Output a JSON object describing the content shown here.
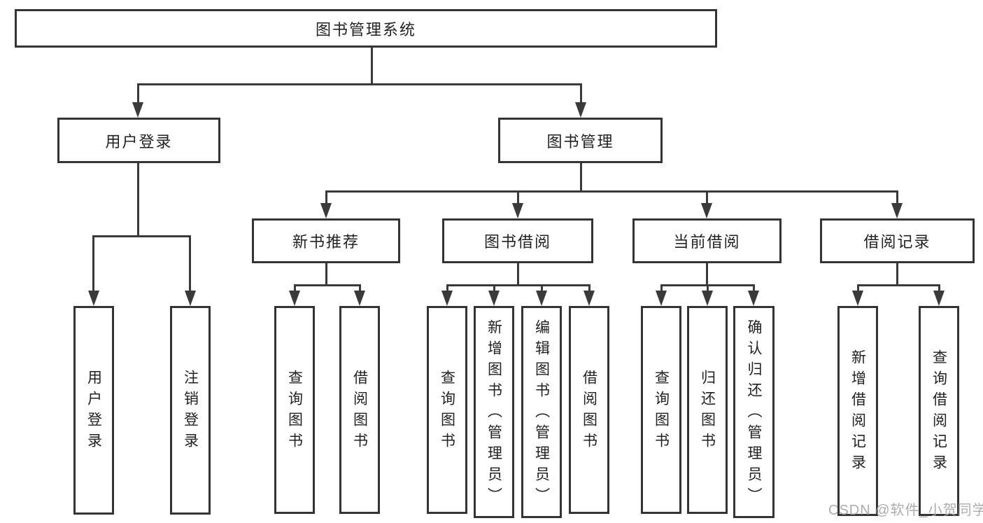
{
  "diagram": {
    "root": {
      "label": "图书管理系统"
    },
    "level2": [
      {
        "label": "用户登录"
      },
      {
        "label": "图书管理"
      }
    ],
    "level3": [
      {
        "label": "新书推荐"
      },
      {
        "label": "图书借阅"
      },
      {
        "label": "当前借阅"
      },
      {
        "label": "借阅记录"
      }
    ],
    "leaves": [
      {
        "label": "用户登录"
      },
      {
        "label": "注销登录"
      },
      {
        "label": "查询图书"
      },
      {
        "label": "借阅图书"
      },
      {
        "label": "查询图书"
      },
      {
        "label": "新增图书（管理员）"
      },
      {
        "label": "编辑图书（管理员）"
      },
      {
        "label": "借阅图书"
      },
      {
        "label": "查询图书"
      },
      {
        "label": "归还图书"
      },
      {
        "label": "确认归还（管理员）"
      },
      {
        "label": "新增借阅记录"
      },
      {
        "label": "查询借阅记录"
      }
    ]
  },
  "watermark": {
    "text": "CSDN @软件_小贺同学"
  },
  "colors": {
    "line": "#3a3a3a",
    "border": "#343434",
    "text": "#222222",
    "watermark": "#a6a6a6",
    "background": "#ffffff"
  }
}
